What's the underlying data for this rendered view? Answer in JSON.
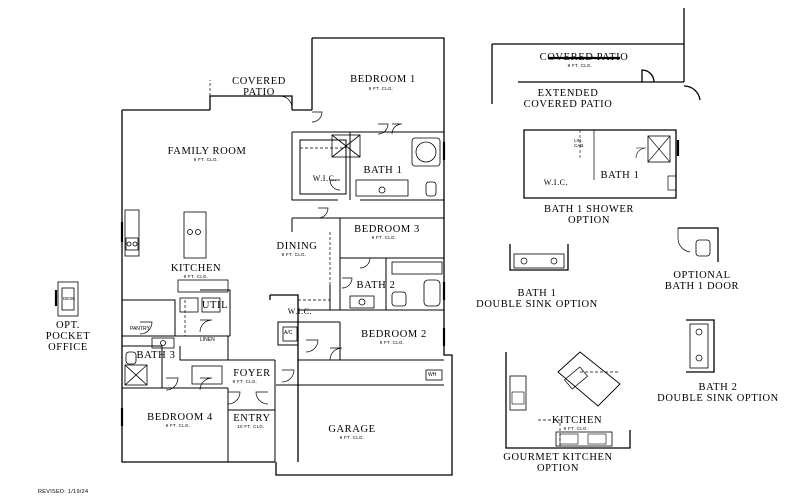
{
  "plan": {
    "covered_patio": "COVERED\nPATIO",
    "bedroom1": {
      "name": "BEDROOM 1",
      "ceiling": "9 FT. CLG."
    },
    "family_room": {
      "name": "FAMILY ROOM",
      "ceiling": "9 FT. CLG."
    },
    "wic_main": "W.I.C.",
    "bath1": "BATH 1",
    "bedroom3": {
      "name": "BEDROOM 3",
      "ceiling": "9 FT. CLG."
    },
    "dining": {
      "name": "DINING",
      "ceiling": "9 FT. CLG."
    },
    "kitchen": {
      "name": "KITCHEN",
      "ceiling": "9 FT. CLG."
    },
    "bath2": "BATH 2",
    "util": "UTIL",
    "pantry": "PANTRY",
    "linen": "LINEN",
    "wic2": "W.I.C.",
    "ac": "A/C",
    "bedroom2": {
      "name": "BEDROOM 2",
      "ceiling": "9 FT. CLG."
    },
    "bath3": "BATH 3",
    "foyer": {
      "name": "FOYER",
      "ceiling": "9 FT. CLG."
    },
    "wh": "WH",
    "bedroom4": {
      "name": "BEDROOM 4",
      "ceiling": "9 FT. CLG."
    },
    "entry": {
      "name": "ENTRY",
      "ceiling": "10 FT. CLG."
    },
    "garage": {
      "name": "GARAGE",
      "ceiling": "9 FT. CLG."
    },
    "desk": "DESK",
    "opt_pocket_office": "OPT.\nPOCKET\nOFFICE"
  },
  "options": {
    "ext_patio_title": "COVERED PATIO",
    "ext_patio_ceiling": "9 FT. CLG.",
    "ext_patio_caption": "EXTENDED\nCOVERED PATIO",
    "bath1_shower": {
      "wic": "W.I.C.",
      "bath": "BATH 1",
      "lin": "LIN.\nCAB.",
      "caption": "BATH 1 SHOWER\nOPTION"
    },
    "bath1_door_caption": "OPTIONAL\nBATH 1 DOOR",
    "bath1_double_sink_caption": "BATH 1\nDOUBLE SINK OPTION",
    "bath2_double_sink_caption": "BATH 2\nDOUBLE SINK OPTION",
    "gourmet": {
      "kitchen": "KITCHEN",
      "ceiling": "9 FT. CLG.",
      "caption": "GOURMET KITCHEN\nOPTION"
    }
  },
  "revised": "REVISED: 1/19/24"
}
